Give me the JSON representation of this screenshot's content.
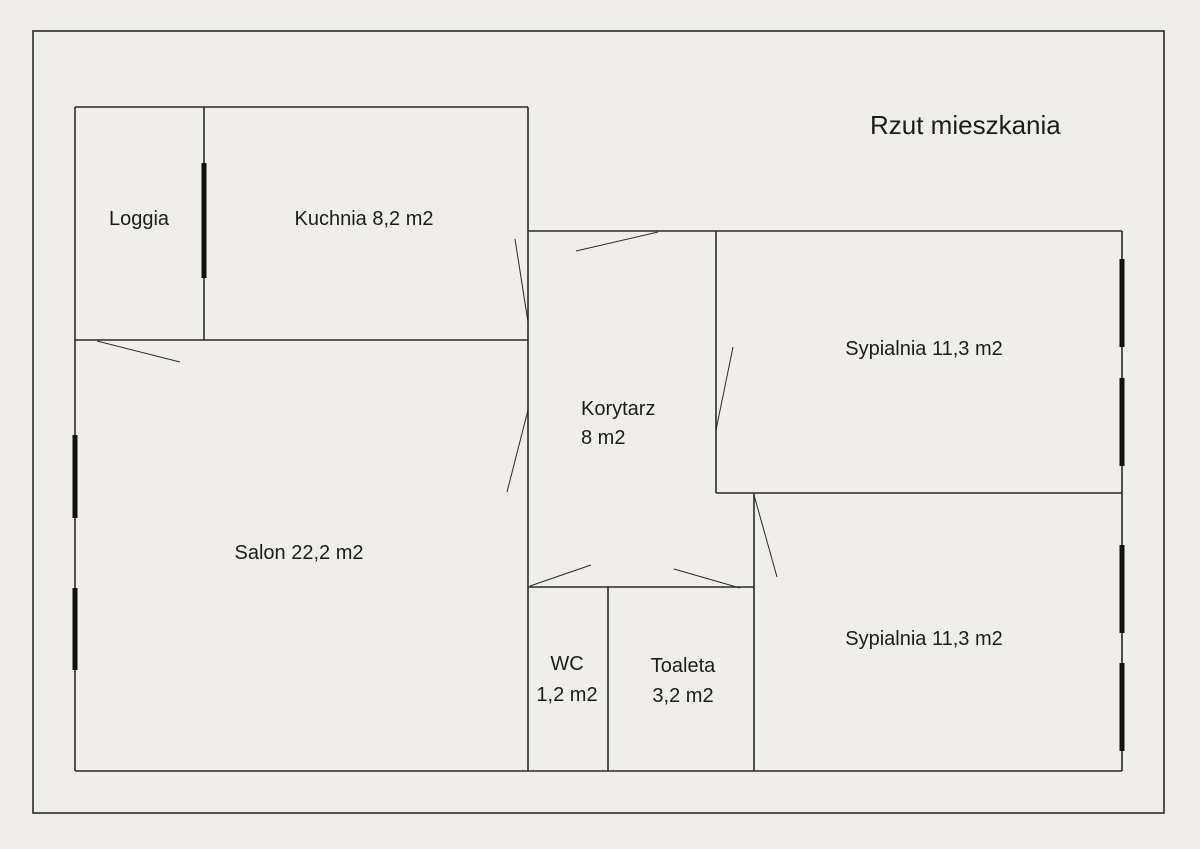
{
  "title": "Rzut mieszkania",
  "rooms": {
    "loggia": {
      "name": "Loggia"
    },
    "kuchnia": {
      "name": "Kuchnia 8,2 m2"
    },
    "korytarz": {
      "line1": "Korytarz",
      "line2": "8 m2"
    },
    "salon": {
      "name": "Salon 22,2 m2"
    },
    "sypialnia_1": {
      "name": "Sypialnia 11,3 m2"
    },
    "sypialnia_2": {
      "name": "Sypialnia 11,3 m2"
    },
    "wc": {
      "line1": "WC",
      "line2": "1,2 m2"
    },
    "toaleta": {
      "line1": "Toaleta",
      "line2": "3,2 m2"
    }
  },
  "colors": {
    "background": "#f0eeea",
    "lines": "#2a2a2a"
  }
}
